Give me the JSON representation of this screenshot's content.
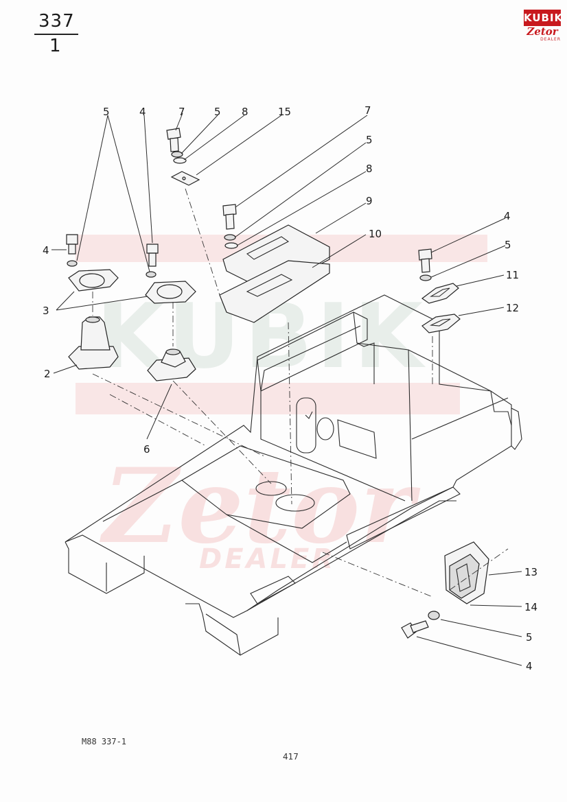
{
  "header": {
    "group_number": "337",
    "sheet_number": "1"
  },
  "logo": {
    "line1": "KUBIK",
    "line2": "Zetor",
    "line3": "DEALER"
  },
  "watermark": {
    "text1": "KUBIK",
    "text2": "Zetor",
    "text3": "DEALER",
    "color": "#f2c4c4"
  },
  "callouts": {
    "c_5a": "5",
    "c_4a": "4",
    "c_7a": "7",
    "c_5b": "5",
    "c_8a": "8",
    "c_15": "15",
    "c_7b": "7",
    "c_5c": "5",
    "c_8b": "8",
    "c_9": "9",
    "c_10": "10",
    "c_4b": "4",
    "c_5d": "5",
    "c_11": "11",
    "c_12": "12",
    "c_4c": "4",
    "c_3": "3",
    "c_2": "2",
    "c_6": "6",
    "c_13": "13",
    "c_14": "14",
    "c_5e": "5",
    "c_4d": "4"
  },
  "footer": {
    "drawing_code": "M88 337-1",
    "page_number": "417"
  }
}
